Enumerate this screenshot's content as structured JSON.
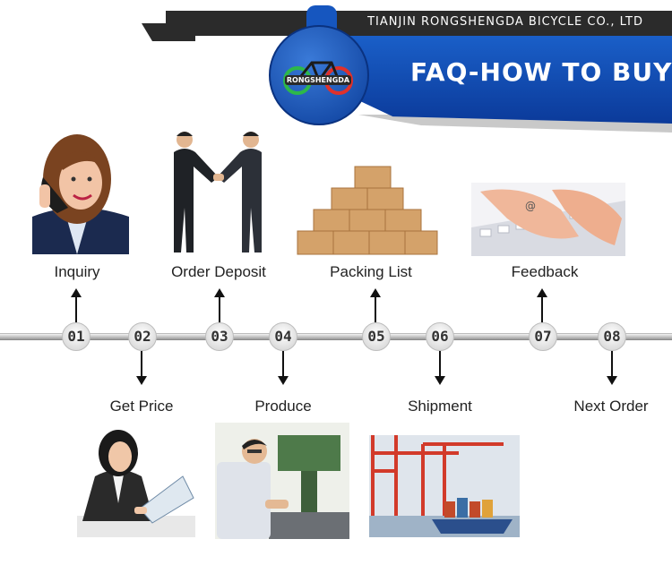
{
  "header": {
    "company": "TIANJIN RONGSHENGDA BICYCLE CO., LTD",
    "title": "FAQ-HOW TO BUY",
    "logo_text": "RONGSHENGDA"
  },
  "steps": [
    {
      "num": "01",
      "label": "Inquiry"
    },
    {
      "num": "02",
      "label": "Get Price"
    },
    {
      "num": "03",
      "label": "Order Deposit"
    },
    {
      "num": "04",
      "label": "Produce"
    },
    {
      "num": "05",
      "label": "Packing List"
    },
    {
      "num": "06",
      "label": "Shipment"
    },
    {
      "num": "07",
      "label": "Feedback"
    },
    {
      "num": "08",
      "label": "Next Order"
    }
  ],
  "colors": {
    "brand_blue": "#1656bf",
    "dark": "#2b2b2b"
  }
}
